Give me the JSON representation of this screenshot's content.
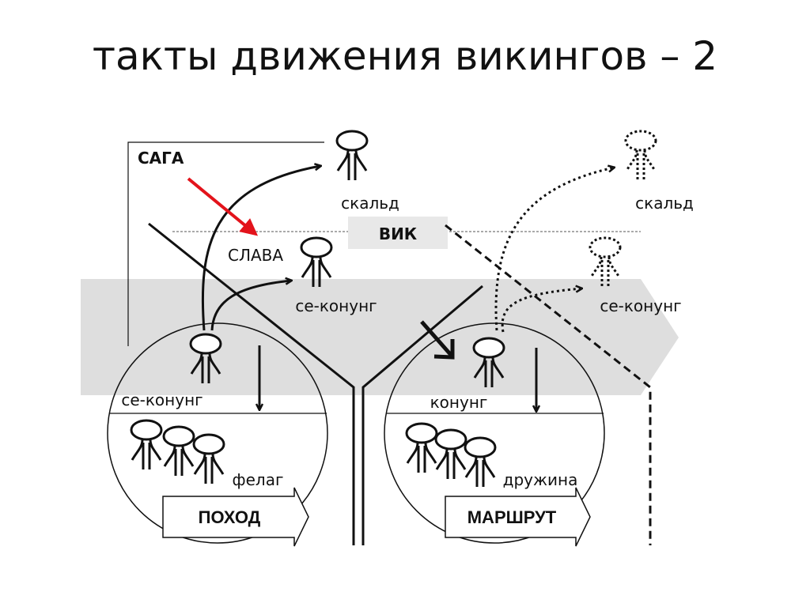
{
  "title": "такты движения викингов – 2",
  "labels": {
    "saga": "САГА",
    "slava": "СЛАВА",
    "vik": "ВИК",
    "skald_left": "скальд",
    "skald_right": "скальд",
    "sekonung_top": "се-конунг",
    "sekonung_right": "се-конунг",
    "sekonung_left_circle": "се-конунг",
    "konung": "конунг",
    "felag": "фелаг",
    "druzhina": "дружина",
    "pokhod": "ПОХОД",
    "marshrut": "МАРШРУТ"
  },
  "colors": {
    "band": "#dedede",
    "vik_box": "#e8e8e8",
    "red_arrow": "#e3131b",
    "ink": "#111111"
  }
}
